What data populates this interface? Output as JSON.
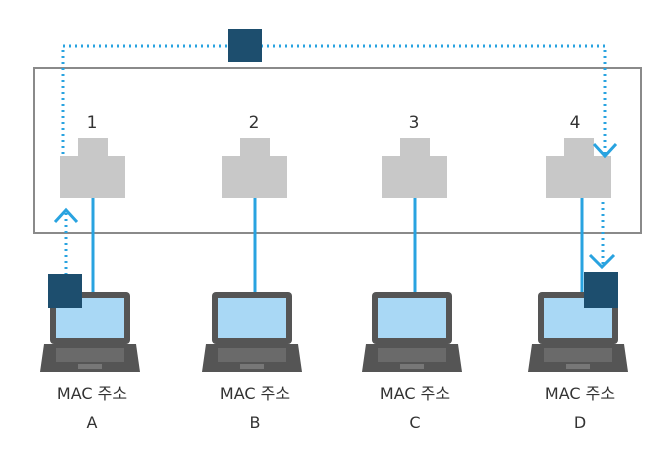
{
  "ports": [
    {
      "number": "1"
    },
    {
      "number": "2"
    },
    {
      "number": "3"
    },
    {
      "number": "4"
    }
  ],
  "hosts": [
    {
      "line1": "MAC 주소",
      "line2": "A"
    },
    {
      "line1": "MAC 주소",
      "line2": "B"
    },
    {
      "line1": "MAC 주소",
      "line2": "C"
    },
    {
      "line1": "MAC 주소",
      "line2": "D"
    }
  ],
  "colors": {
    "switch_border": "#8a8a8a",
    "port_fill": "#c8c8c8",
    "cable": "#29a3e0",
    "frame_path": "#29a3e0",
    "frame_block": "#1d4e6e",
    "laptop_body": "#555555",
    "laptop_screen": "#a9d8f5",
    "text": "#333333"
  },
  "icons": {
    "port": "ethernet-port-icon",
    "laptop": "laptop-icon",
    "frame": "data-frame-icon",
    "arrow": "chevron-arrow-icon"
  }
}
